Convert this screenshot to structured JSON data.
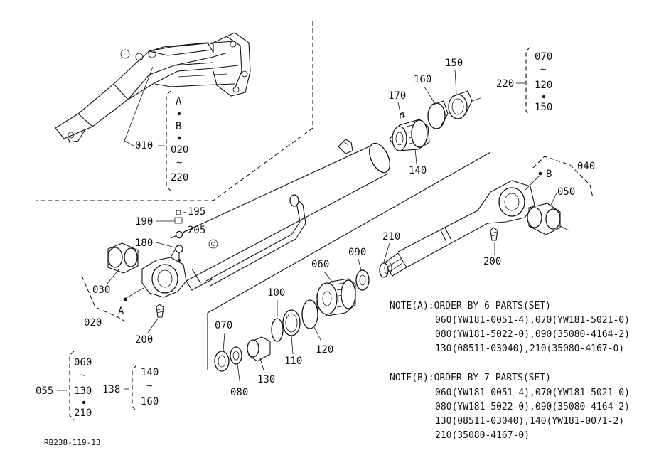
{
  "callouts": {
    "c010": "010",
    "c020": "020",
    "c030": "030",
    "c040": "040",
    "c050": "050",
    "c060": "060",
    "c070": "070",
    "c070b": "070",
    "c080": "080",
    "c090": "090",
    "c100": "100",
    "c110": "110",
    "c120": "120",
    "c130": "130",
    "c140": "140",
    "c150": "150",
    "c160": "160",
    "c170": "170",
    "c180": "180",
    "c190": "190",
    "c195": "195",
    "c200a": "200",
    "c200b": "200",
    "c205": "205",
    "c210": "210",
    "c220": "220",
    "refA1": "A",
    "refA2": "A",
    "refB1": "B",
    "refB2": "B"
  },
  "groups": {
    "g010": {
      "a": "A",
      "b": "B",
      "start": "020",
      "tilde": "~",
      "end": "220"
    },
    "g220": {
      "start": "070",
      "tilde": "~",
      "mid": "120",
      "end": "150"
    },
    "g055": {
      "label": "055",
      "start": "060",
      "tilde": "~",
      "mid": "130",
      "end": "210"
    },
    "g138": {
      "label": "138",
      "start": "140",
      "tilde": "~",
      "end": "160"
    }
  },
  "notes": {
    "a_title": "NOTE(A):ORDER BY 6 PARTS(SET)",
    "a_lines": [
      "060(YW181-0051-4),070(YW181-5021-0)",
      "080(YW181-5022-0),090(35080-4164-2)",
      "130(08511-03040),210(35080-4167-0)"
    ],
    "b_title": "NOTE(B):ORDER BY 7 PARTS(SET)",
    "b_lines": [
      "060(YW181-0051-4),070(YW181-5021-0)",
      "080(YW181-5022-0),090(35080-4164-2)",
      "130(08511-03040),140(YW181-0071-2)",
      "210(35080-4167-0)"
    ]
  },
  "drawing_code": "RB238-119-13"
}
